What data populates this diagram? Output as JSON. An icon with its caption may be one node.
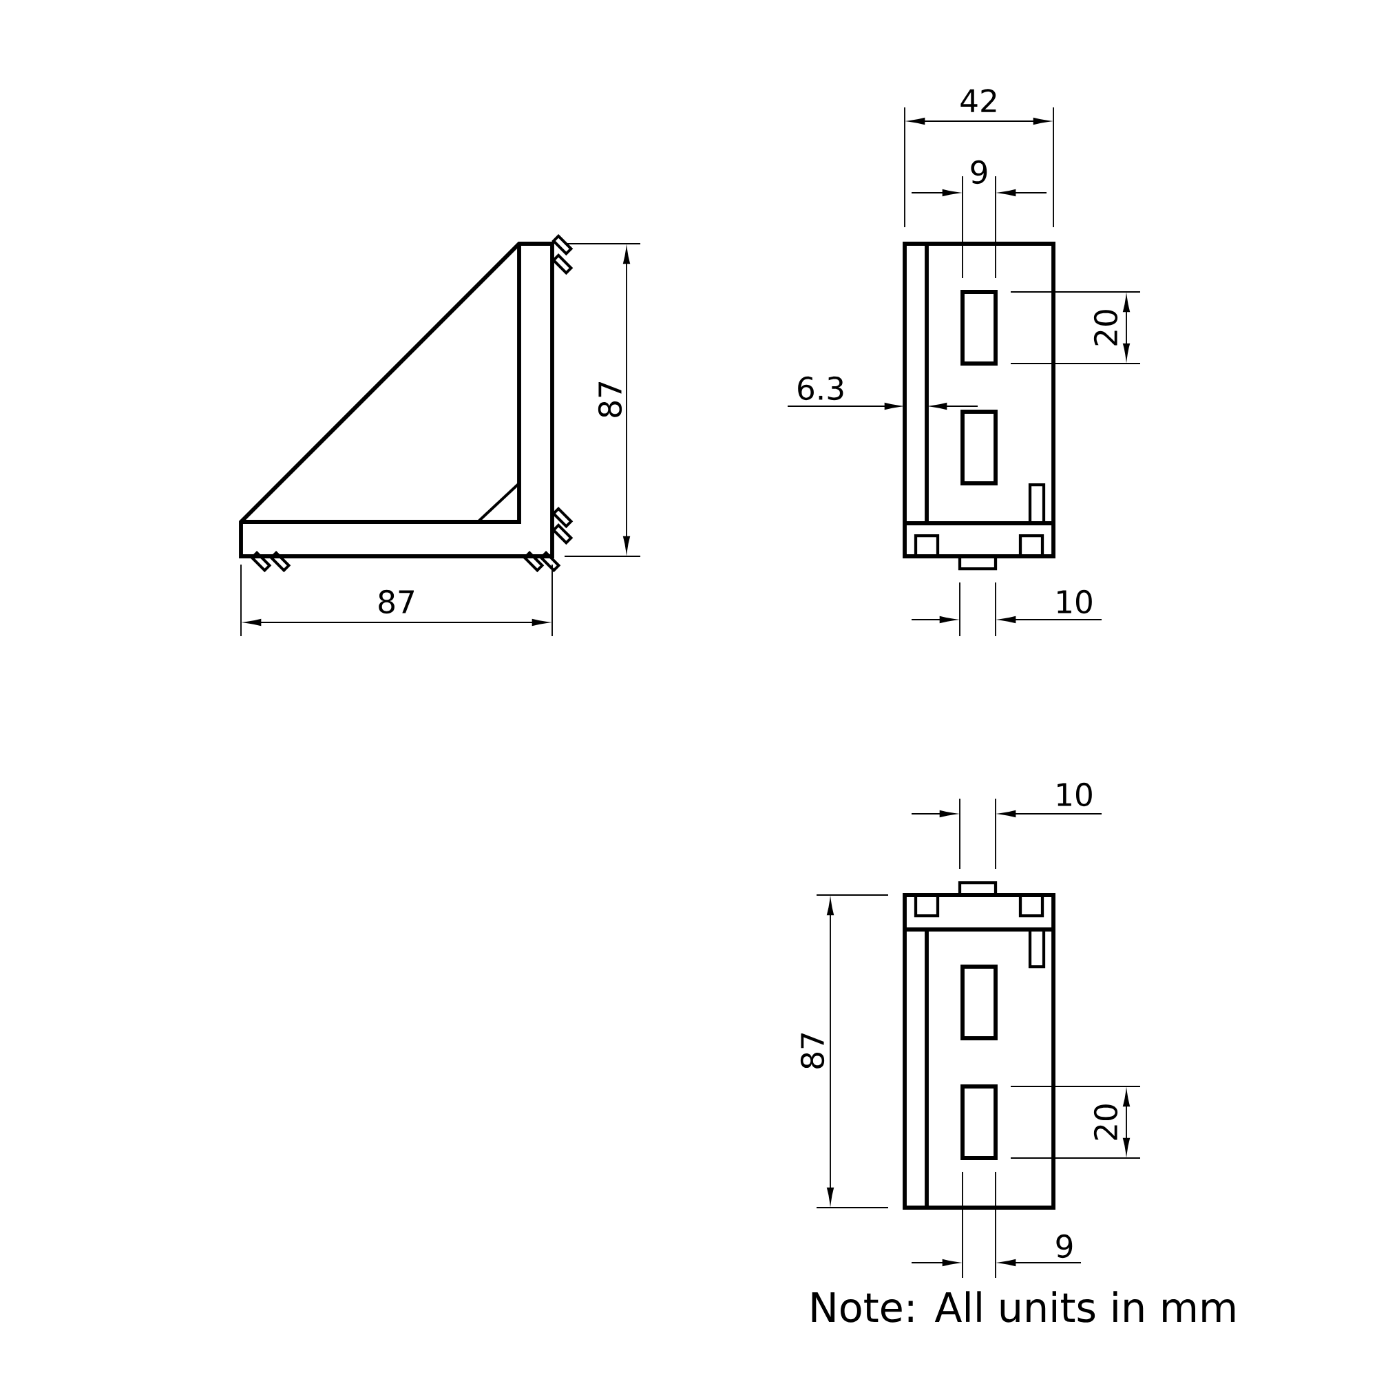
{
  "diagram": {
    "labels": [
      "42",
      "9",
      "20",
      "6.3",
      "87",
      "87",
      "10",
      "10",
      "87",
      "20",
      "9",
      "Note: All units in mm"
    ]
  }
}
